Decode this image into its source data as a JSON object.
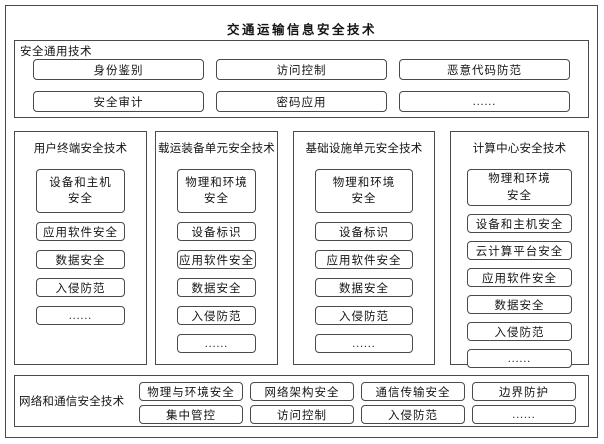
{
  "title": "交通运输信息安全技术",
  "colors": {
    "border": "#4a4a4a",
    "background": "#ffffff",
    "text": "#141414"
  },
  "general": {
    "label": "安全通用技术",
    "rows": [
      [
        "身份鉴别",
        "访问控制",
        "恶意代码防范"
      ],
      [
        "安全审计",
        "密码应用",
        "......"
      ]
    ]
  },
  "columns": [
    {
      "title": "用户终端安全技术",
      "items": [
        "设备和主机安全",
        "应用软件安全",
        "数据安全",
        "入侵防范",
        "......"
      ]
    },
    {
      "title": "载运装备单元安全技术",
      "items": [
        "物理和环境安全",
        "设备标识",
        "应用软件安全",
        "数据安全",
        "入侵防范",
        "......"
      ]
    },
    {
      "title": "基础设施单元安全技术",
      "items": [
        "物理和环境安全",
        "设备标识",
        "应用软件安全",
        "数据安全",
        "入侵防范",
        "......"
      ]
    },
    {
      "title": "计算中心安全技术",
      "items": [
        "物理和环境安全",
        "设备和主机安全",
        "云计算平台安全",
        "应用软件安全",
        "数据安全",
        "入侵防范",
        "......"
      ]
    }
  ],
  "network": {
    "label": "网络和通信安全技术",
    "rows": [
      [
        "物理与环境安全",
        "网络架构安全",
        "通信传输安全",
        "边界防护"
      ],
      [
        "集中管控",
        "访问控制",
        "入侵防范",
        "......"
      ]
    ]
  }
}
